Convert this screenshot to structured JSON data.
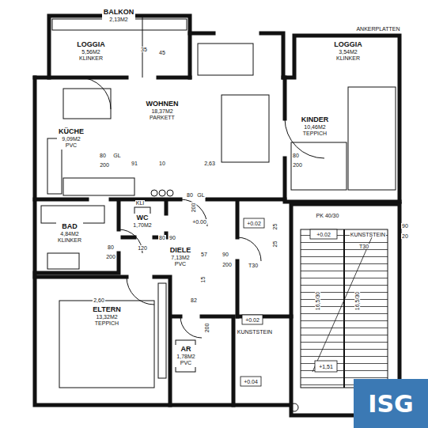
{
  "diagram": {
    "nodes": [
      {
        "text": [
          "BALKON",
          "2,13M2"
        ]
      },
      {
        "text": [
          "LOGGIA",
          "5,56M2",
          "KLINKER"
        ]
      },
      {
        "text": [
          "WOHNEN",
          "18,37M2",
          "PARKETT"
        ]
      },
      {
        "text": [
          "KÜCHE",
          "9,09M2",
          "PVC"
        ]
      },
      {
        "text": [
          "KINDER",
          "10,46M2",
          "TEPPICH"
        ]
      },
      {
        "text": [
          "LOGGIA",
          "3,54M2",
          "KLINKER"
        ]
      },
      {
        "text": [
          "BAD",
          "4,84M2",
          "KLINKER"
        ]
      },
      {
        "text": [
          "WC",
          "1,70M2"
        ]
      },
      {
        "text": [
          "DIELE",
          "7,13M2",
          "PVC"
        ]
      },
      {
        "text": [
          "ELTERN",
          "13,32M2",
          "TEPPICH"
        ]
      },
      {
        "text": [
          "AR",
          "1,78M2",
          "PVC"
        ]
      },
      {
        "text": [
          "ISG"
        ]
      }
    ],
    "labels": [
      "ANKERPLATTEN",
      "35",
      "45",
      "80",
      "GL",
      "200",
      "91",
      "10",
      "2,63",
      "80",
      "200",
      "80",
      "GL",
      "200",
      "+0.00",
      "+0.02",
      "25",
      "25",
      "PK 40/30",
      "+0.02",
      "KUNSTSTEIN",
      "T30",
      "90",
      "20",
      "KLI",
      "80",
      "200",
      "120",
      "80",
      "90",
      "57",
      "90",
      "200",
      "T30",
      "15",
      "2,60",
      "82",
      "200",
      "+0.02",
      "KUNSTSTEIN",
      "16,5/30",
      "16,5/30",
      "+1,51",
      "+0.04"
    ]
  }
}
